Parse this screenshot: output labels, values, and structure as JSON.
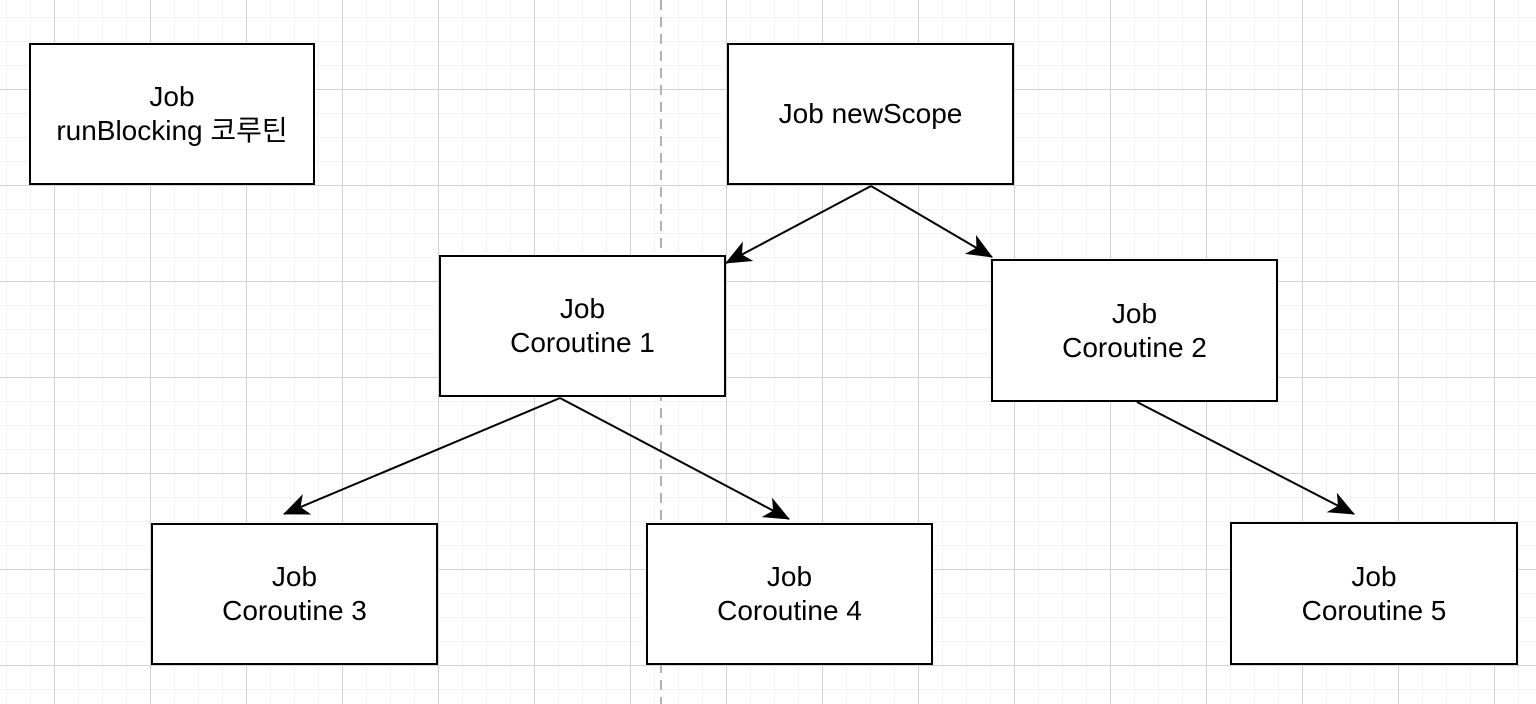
{
  "diagram": {
    "nodes": [
      {
        "id": "runblocking",
        "label": "Job\nrunBlocking 코루틴"
      },
      {
        "id": "newscope",
        "label": "Job newScope"
      },
      {
        "id": "coroutine1",
        "label": "Job\nCoroutine 1"
      },
      {
        "id": "coroutine2",
        "label": "Job\nCoroutine 2"
      },
      {
        "id": "coroutine3",
        "label": "Job\nCoroutine 3"
      },
      {
        "id": "coroutine4",
        "label": "Job\nCoroutine 4"
      },
      {
        "id": "coroutine5",
        "label": "Job\nCoroutine 5"
      }
    ],
    "edges": [
      {
        "from": "Job newScope",
        "to": "Job Coroutine 1"
      },
      {
        "from": "Job newScope",
        "to": "Job Coroutine 2"
      },
      {
        "from": "Job Coroutine 1",
        "to": "Job Coroutine 3"
      },
      {
        "from": "Job Coroutine 1",
        "to": "Job Coroutine 4"
      },
      {
        "from": "Job Coroutine 2",
        "to": "Job Coroutine 5"
      }
    ],
    "colors": {
      "node_border": "#000000",
      "node_fill": "#ffffff",
      "text": "#000000",
      "arrow": "#000000",
      "divider": "#b3b3b3",
      "grid_minor": "#f2f2f2",
      "grid_major": "#d2d2d2",
      "background": "#ffffff"
    }
  }
}
